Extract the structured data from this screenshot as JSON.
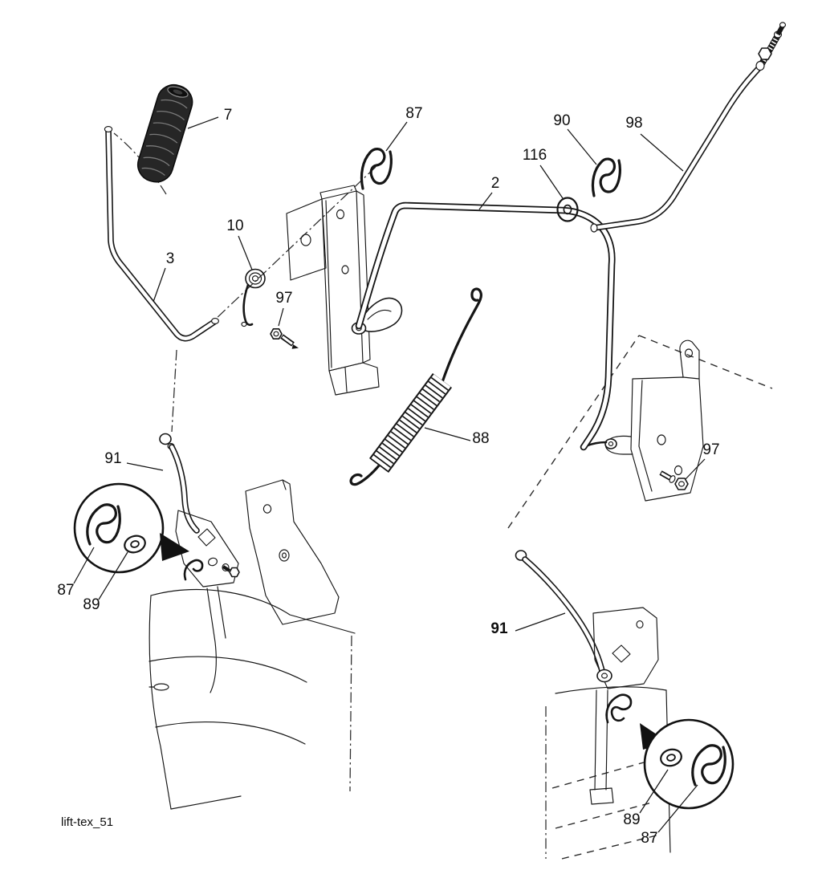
{
  "page": {
    "background_color": "#ffffff",
    "ink_color": "#151515"
  },
  "diagram": {
    "drawing_label": "lift-tex_51",
    "callouts": {
      "c7": "7",
      "c87_top": "87",
      "c90": "90",
      "c98": "98",
      "c116": "116",
      "c2": "2",
      "c10": "10",
      "c3": "3",
      "c97_left": "97",
      "c88": "88",
      "c97_right": "97",
      "c91_left": "91",
      "c87_detail_left": "87",
      "c89_detail_left": "89",
      "c91_right": "91",
      "c89_detail_right": "89",
      "c87_detail_right": "87"
    }
  }
}
